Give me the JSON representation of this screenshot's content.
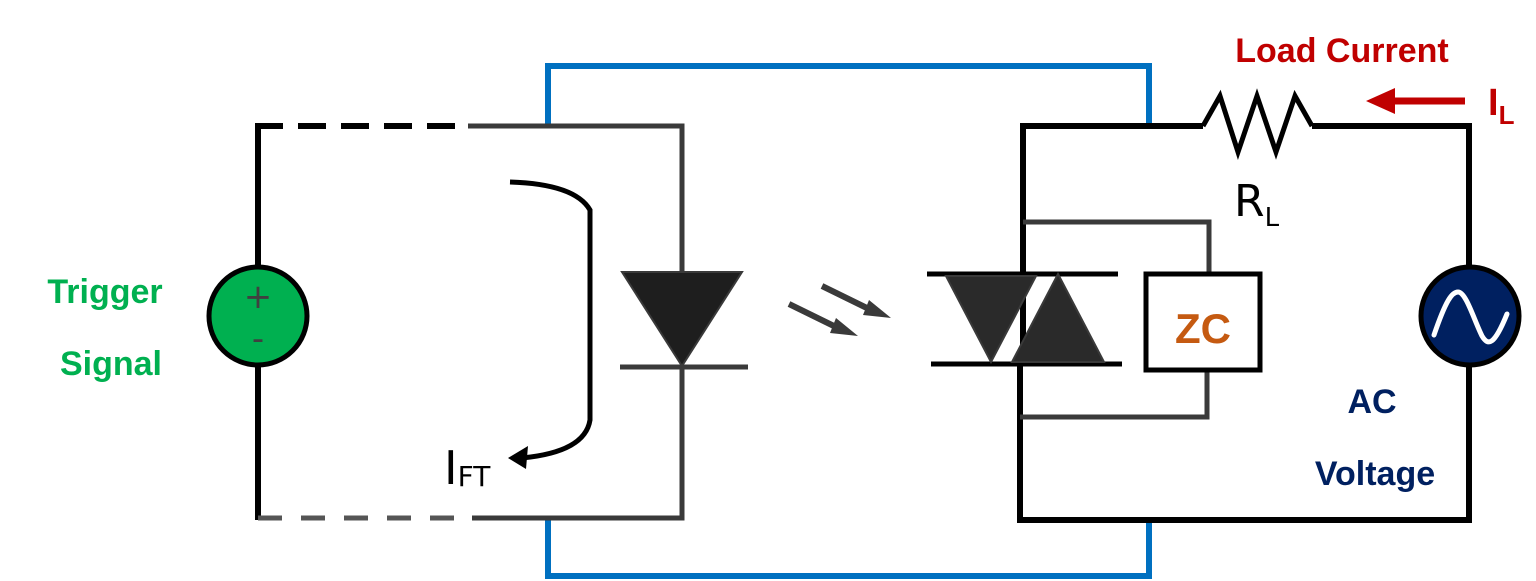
{
  "diagram": {
    "title": "Zero-cross phototriac optocoupler circuit",
    "colors": {
      "trigger_green": "#00B050",
      "load_red": "#C00000",
      "ac_navy": "#002060",
      "zc_orange": "#C55A11",
      "package_blue": "#0070C0",
      "wire_black": "#000000",
      "wire_dark": "#3A3A3A"
    },
    "input_side": {
      "source_label_line1": "Trigger",
      "source_label_line2": "Signal",
      "source_plus": "+",
      "source_minus": "-",
      "current_label_main": "I",
      "current_label_sub": "FT"
    },
    "output_side": {
      "load_current_title": "Load Current",
      "load_current_symbol_main": "I",
      "load_current_symbol_sub": "L",
      "resistor_label_main": "R",
      "resistor_label_sub": "L",
      "zc_block_label": "ZC",
      "ac_label_line1": "AC",
      "ac_label_line2": "Voltage"
    }
  }
}
